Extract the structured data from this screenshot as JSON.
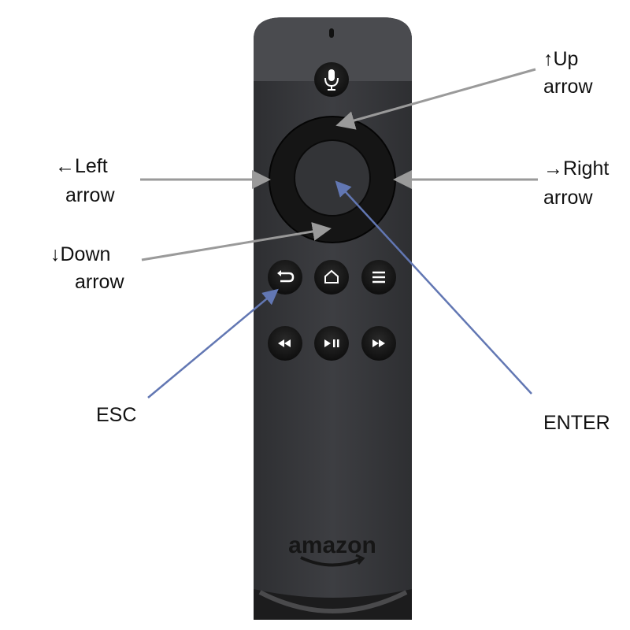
{
  "labels": {
    "up": [
      "↑Up",
      "arrow"
    ],
    "left": [
      "←Left",
      "arrow"
    ],
    "right": [
      "→Right",
      "arrow"
    ],
    "down": [
      "↓Down",
      "arrow"
    ],
    "esc": "ESC",
    "enter": "ENTER"
  },
  "remote": {
    "brand": "amazon",
    "buttons": [
      "microphone",
      "back",
      "home",
      "menu",
      "rewind",
      "play-pause",
      "fast-forward"
    ]
  },
  "colors": {
    "gray_arrow": "#9a9a9a",
    "blue_arrow": "#6277b3",
    "remote_body": "#3a3b3e",
    "button": "#1a1a1a"
  }
}
